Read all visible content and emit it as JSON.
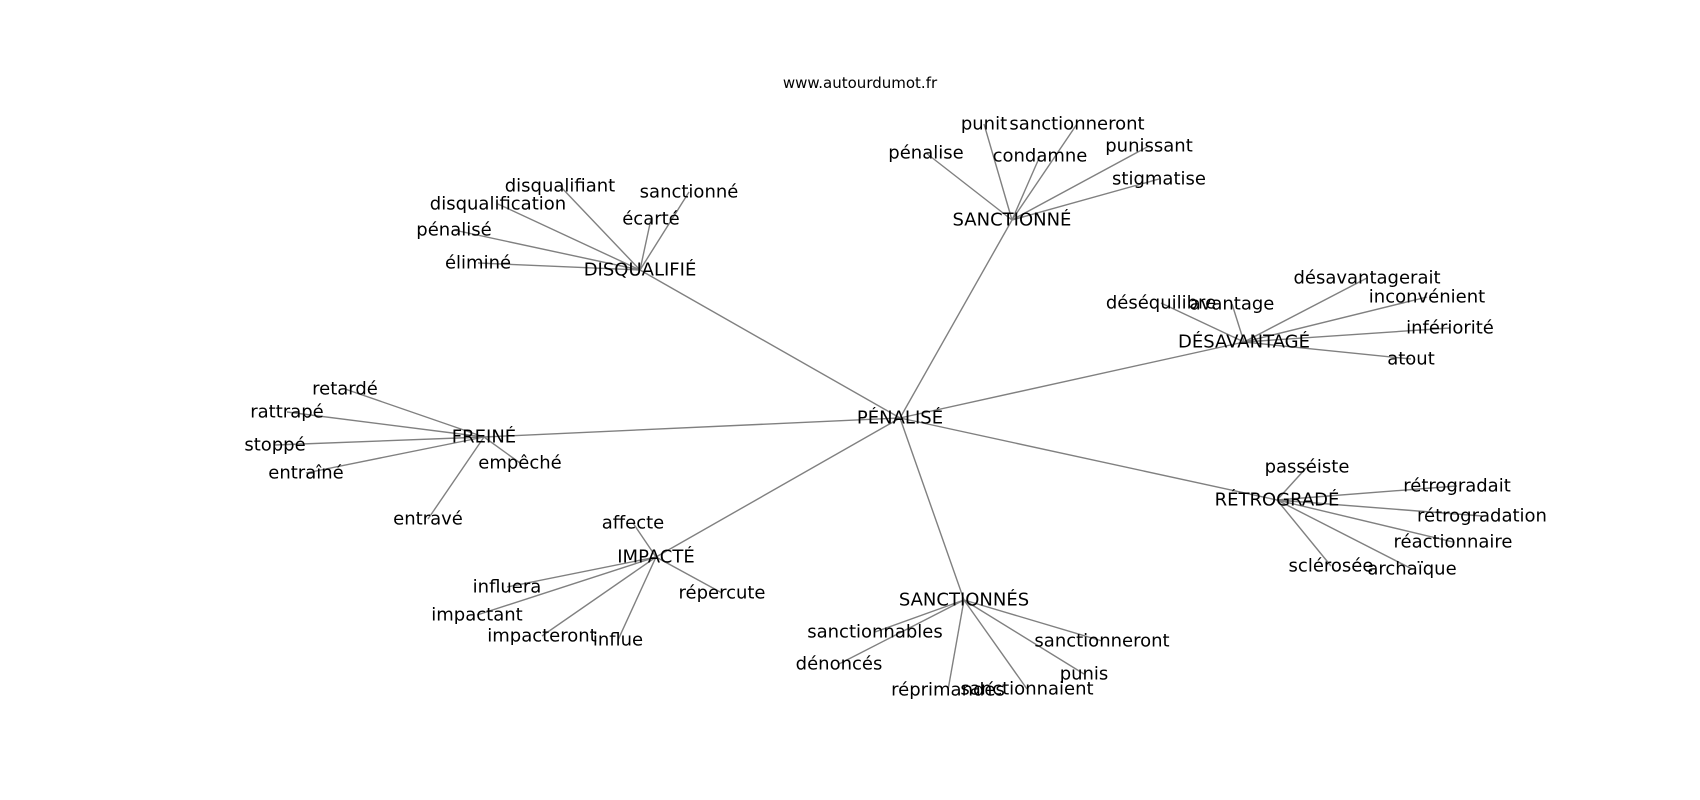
{
  "site": "www.autourdumot.fr",
  "root": "PÉNALISÉ",
  "clusters": [
    {
      "hub": "SANCTIONNÉ",
      "leaves": [
        "punit",
        "sanctionneront",
        "pénalise",
        "condamne",
        "punissant",
        "stigmatise"
      ]
    },
    {
      "hub": "DISQUALIFIÉ",
      "leaves": [
        "disqualifiant",
        "sanctionné",
        "disqualification",
        "écarté",
        "pénalisé",
        "éliminé"
      ]
    },
    {
      "hub": "DÉSAVANTAGÉ",
      "leaves": [
        "désavantagerait",
        "déséquilibre",
        "avantage",
        "inconvénient",
        "infériorité",
        "atout"
      ]
    },
    {
      "hub": "FREINÉ",
      "leaves": [
        "retardé",
        "rattrapé",
        "stoppé",
        "entraîné",
        "empêché",
        "entravé"
      ]
    },
    {
      "hub": "RÉTROGRADÉ",
      "leaves": [
        "passéiste",
        "rétrogradait",
        "rétrogradation",
        "réactionnaire",
        "sclérosée",
        "archaïque"
      ]
    },
    {
      "hub": "IMPACTÉ",
      "leaves": [
        "affecte",
        "influera",
        "répercute",
        "impactant",
        "impacteront",
        "influe"
      ]
    },
    {
      "hub": "SANCTIONNÉS",
      "leaves": [
        "sanctionnables",
        "sanctionneront",
        "dénoncés",
        "punis",
        "réprimandés",
        "sanctionnaient"
      ]
    }
  ]
}
